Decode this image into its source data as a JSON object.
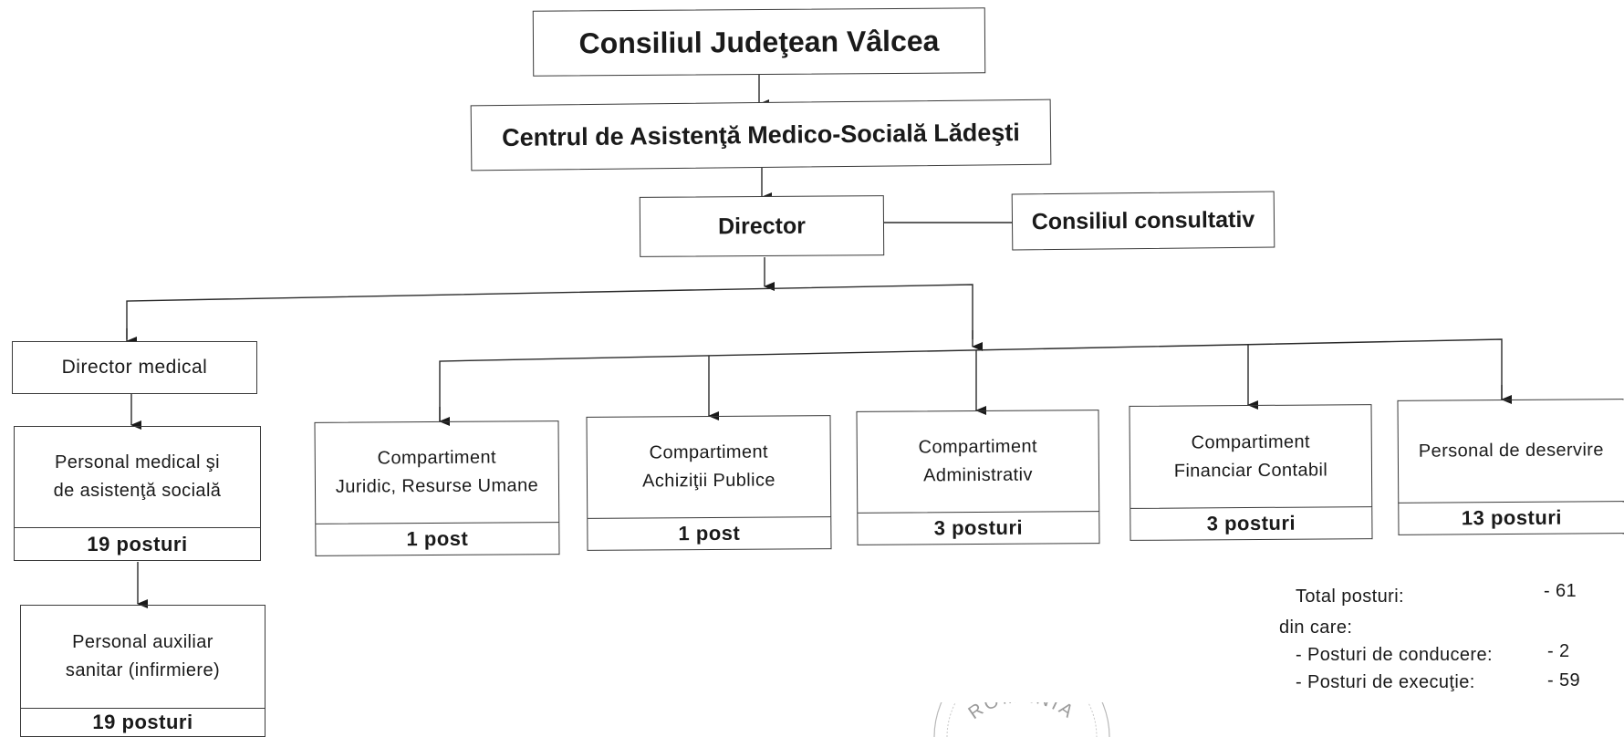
{
  "chart": {
    "top": "Consiliul Judeţean Vâlcea",
    "center": "Centrul de Asistenţă Medico-Socială Lădeşti",
    "director": "Director",
    "consultativ": "Consiliul consultativ",
    "director_medical": "Director medical",
    "medical_units": [
      {
        "line1": "Personal medical şi",
        "line2": "de asistenţă socială",
        "posts": "19 posturi"
      },
      {
        "line1": "Personal auxiliar",
        "line2": "sanitar (infirmiere)",
        "posts": "19 posturi"
      }
    ],
    "departments": [
      {
        "line1": "Compartiment",
        "line2": "Juridic, Resurse Umane",
        "posts": "1 post"
      },
      {
        "line1": "Compartiment",
        "line2": "Achiziţii Publice",
        "posts": "1 post"
      },
      {
        "line1": "Compartiment",
        "line2": "Administrativ",
        "posts": "3 posturi"
      },
      {
        "line1": "Compartiment",
        "line2": "Financiar Contabil",
        "posts": "3 posturi"
      },
      {
        "line1": "Personal de deservire",
        "line2": "",
        "posts": "13 posturi"
      }
    ]
  },
  "summary": {
    "total_label": "Total posturi:",
    "total_value": "-  61",
    "din_care": "din care:",
    "conducere_label": "- Posturi de conducere:",
    "conducere_value": "-   2",
    "executie_label": "- Posturi de execuţie:",
    "executie_value": "-  59"
  },
  "seal": {
    "text": "ROMÂNIA"
  }
}
